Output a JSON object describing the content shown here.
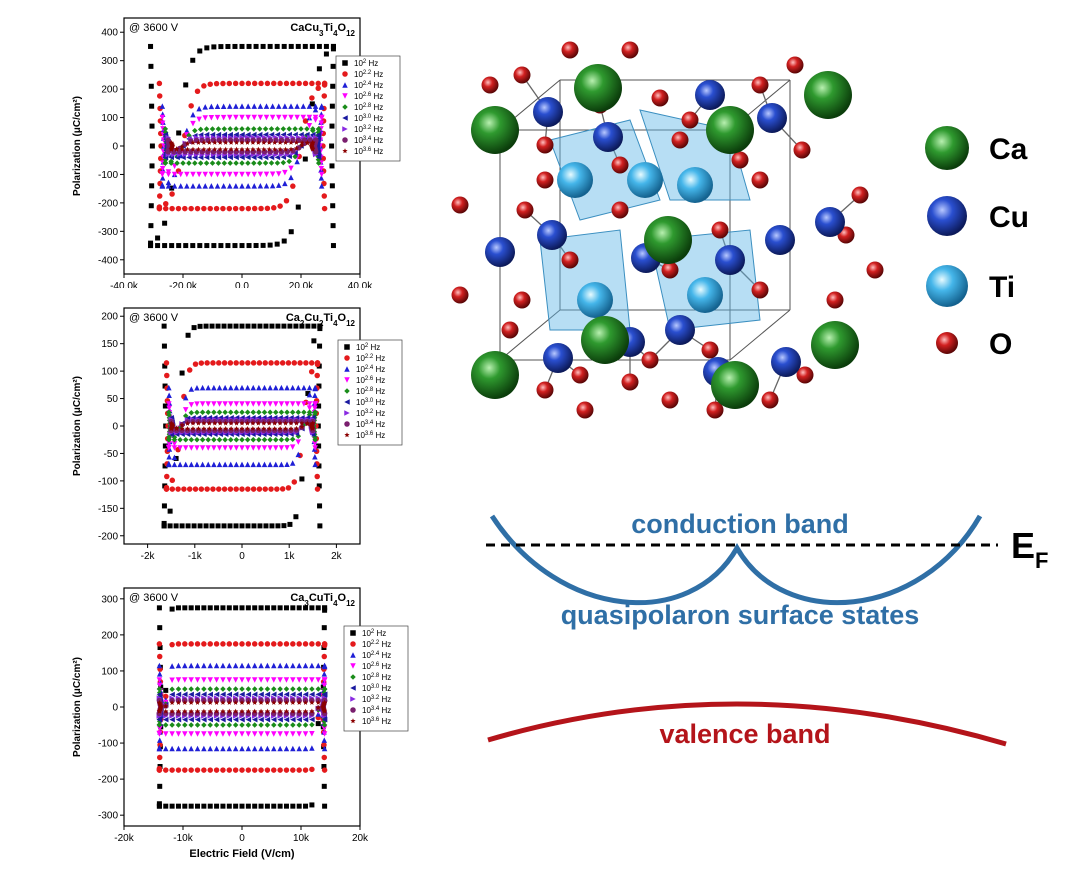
{
  "chart_data": [
    {
      "type": "scatter",
      "annotation": "@ 3600 V",
      "material": {
        "base": "CaCu",
        "s1": "3",
        "mid1": "Ti",
        "s2": "4",
        "mid2": "O",
        "s3": "12"
      },
      "ylabel": "Polarization (μC/cm²)",
      "xlabel": "",
      "xlim": [
        -40000,
        40000
      ],
      "ylim": [
        -450,
        450
      ],
      "xticks": [
        -40000,
        -20000,
        0,
        20000,
        40000
      ],
      "xtick_labels": [
        "-40.0k",
        "-20.0k",
        "0.0",
        "20.0k",
        "40.0k"
      ],
      "yticks": [
        -400,
        -300,
        -200,
        -100,
        0,
        100,
        200,
        300,
        400
      ],
      "ytick_labels": [
        "-400",
        "-300",
        "-200",
        "-100",
        "0",
        "100",
        "200",
        "300",
        "400"
      ],
      "legend_position": "right-top",
      "series": [
        {
          "name": "10^2 Hz",
          "Pmax": 350,
          "Ec": 22000,
          "Emax": 31000
        },
        {
          "name": "10^2.2 Hz",
          "Pmax": 220,
          "Ec": 20000,
          "Emax": 28000
        },
        {
          "name": "10^2.4 Hz",
          "Pmax": 140,
          "Ec": 20000,
          "Emax": 27000
        },
        {
          "name": "10^2.6 Hz",
          "Pmax": 100,
          "Ec": 20000,
          "Emax": 27000
        },
        {
          "name": "10^2.8 Hz",
          "Pmax": 60,
          "Ec": 20000,
          "Emax": 26000
        },
        {
          "name": "10^3.0 Hz",
          "Pmax": 40,
          "Ec": 20000,
          "Emax": 26000
        },
        {
          "name": "10^3.2 Hz",
          "Pmax": 30,
          "Ec": 20000,
          "Emax": 25000
        },
        {
          "name": "10^3.4 Hz",
          "Pmax": 20,
          "Ec": 20000,
          "Emax": 25000
        },
        {
          "name": "10^3.6 Hz",
          "Pmax": 12,
          "Ec": 20000,
          "Emax": 24000
        }
      ]
    },
    {
      "type": "scatter",
      "annotation": "@ 3600 V",
      "material": {
        "base": "Ca",
        "s1": "2",
        "mid1": "Cu",
        "s2": "2",
        "mid2": "Ti",
        "s3": "4",
        "mid3": "O",
        "s4": "12"
      },
      "ylabel": "Polarization (μC/cm²)",
      "xlabel": "",
      "xlim": [
        -2500,
        2500
      ],
      "ylim": [
        -215,
        215
      ],
      "xticks": [
        -2000,
        -1000,
        0,
        1000,
        2000
      ],
      "xtick_labels": [
        "-2k",
        "-1k",
        "0",
        "1k",
        "2k"
      ],
      "yticks": [
        -200,
        -150,
        -100,
        -50,
        0,
        50,
        100,
        150,
        200
      ],
      "ytick_labels": [
        "-200",
        "-150",
        "-100",
        "-50",
        "0",
        "50",
        "100",
        "150",
        "200"
      ],
      "legend_position": "right-top",
      "series": [
        {
          "name": "10^2 Hz",
          "Pmax": 182,
          "Ec": 1350,
          "Emax": 1650
        },
        {
          "name": "10^2.2 Hz",
          "Pmax": 115,
          "Ec": 1300,
          "Emax": 1600
        },
        {
          "name": "10^2.4 Hz",
          "Pmax": 70,
          "Ec": 1300,
          "Emax": 1550
        },
        {
          "name": "10^2.6 Hz",
          "Pmax": 40,
          "Ec": 1300,
          "Emax": 1550
        },
        {
          "name": "10^2.8 Hz",
          "Pmax": 25,
          "Ec": 1300,
          "Emax": 1550
        },
        {
          "name": "10^3.0 Hz",
          "Pmax": 15,
          "Ec": 1300,
          "Emax": 1500
        },
        {
          "name": "10^3.2 Hz",
          "Pmax": 12,
          "Ec": 1300,
          "Emax": 1500
        },
        {
          "name": "10^3.4 Hz",
          "Pmax": 8,
          "Ec": 1300,
          "Emax": 1500
        },
        {
          "name": "10^3.6 Hz",
          "Pmax": 5,
          "Ec": 1300,
          "Emax": 1500
        }
      ]
    },
    {
      "type": "scatter",
      "annotation": "@ 3600 V",
      "material": {
        "base": "Ca",
        "s1": "3",
        "mid1": "CuTi",
        "s2": "4",
        "mid2": "O",
        "s3": "12"
      },
      "ylabel": "Polarization (μC/cm²)",
      "xlabel": "Electric Field (V/cm)",
      "xlim": [
        -20000,
        20000
      ],
      "ylim": [
        -330,
        330
      ],
      "xticks": [
        -20000,
        -10000,
        0,
        10000,
        20000
      ],
      "xtick_labels": [
        "-20k",
        "-10k",
        "0",
        "10k",
        "20k"
      ],
      "yticks": [
        -300,
        -200,
        -100,
        0,
        100,
        200,
        300
      ],
      "ytick_labels": [
        "-300",
        "-200",
        "-100",
        "0",
        "100",
        "200",
        "300"
      ],
      "legend_position": "right-top",
      "series": [
        {
          "name": "10^2 Hz",
          "Pmax": 275,
          "Ec": 13000,
          "Emax": 14000
        },
        {
          "name": "10^2.2 Hz",
          "Pmax": 175,
          "Ec": 13000,
          "Emax": 14000
        },
        {
          "name": "10^2.4 Hz",
          "Pmax": 115,
          "Ec": 13000,
          "Emax": 14000
        },
        {
          "name": "10^2.6 Hz",
          "Pmax": 75,
          "Ec": 13000,
          "Emax": 14000
        },
        {
          "name": "10^2.8 Hz",
          "Pmax": 50,
          "Ec": 13000,
          "Emax": 14000
        },
        {
          "name": "10^3.0 Hz",
          "Pmax": 35,
          "Ec": 13000,
          "Emax": 14000
        },
        {
          "name": "10^3.2 Hz",
          "Pmax": 25,
          "Ec": 13000,
          "Emax": 14000
        },
        {
          "name": "10^3.4 Hz",
          "Pmax": 18,
          "Ec": 13000,
          "Emax": 14000
        },
        {
          "name": "10^3.6 Hz",
          "Pmax": 12,
          "Ec": 13000,
          "Emax": 14000
        }
      ]
    }
  ],
  "legend": {
    "base": "10",
    "exponents": [
      "2",
      "2.2",
      "2.4",
      "2.6",
      "2.8",
      "3.0",
      "3.2",
      "3.4",
      "3.6"
    ],
    "unit": "Hz"
  },
  "series_style": {
    "colors": [
      "#000000",
      "#e41a1c",
      "#1f1fd6",
      "#ff00ff",
      "#1a8c1a",
      "#1a1aa0",
      "#8a2be2",
      "#7a1f6e",
      "#8b0000"
    ],
    "markers": [
      "square",
      "circle",
      "triangle-up",
      "triangle-down",
      "diamond",
      "triangle-left",
      "triangle-right",
      "hexagon",
      "star"
    ]
  },
  "crystal": {
    "legend": [
      {
        "label": "Ca",
        "color": "#1f7a1f"
      },
      {
        "label": "Cu",
        "color": "#1e3fb0"
      },
      {
        "label": "Ti",
        "color": "#3aa6e0"
      },
      {
        "label": "O",
        "color": "#c01818"
      }
    ]
  },
  "bands": {
    "conduction": "conduction band",
    "surface": "quasipolaron surface states",
    "valence": "valence band",
    "fermi": "E",
    "fermi_sub": "F",
    "band_color": "#2f6fa6",
    "valence_color": "#b4141a"
  }
}
